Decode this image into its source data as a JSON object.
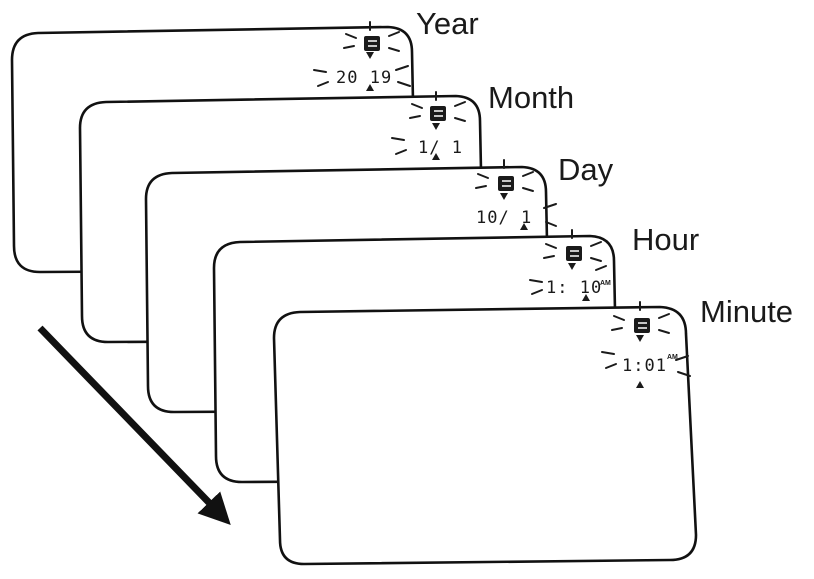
{
  "steps": [
    {
      "label": "Year",
      "display": "20 19"
    },
    {
      "label": "Month",
      "display": "1/ 1"
    },
    {
      "label": "Day",
      "display": "10/ 1"
    },
    {
      "label": "Hour",
      "display": "1: 10",
      "suffix": "AM"
    },
    {
      "label": "Minute",
      "display": "1:01",
      "suffix": "AM"
    }
  ],
  "icons": {
    "mode": "setting-mode-icon",
    "blink": "blink-rays-icon",
    "arrow": "direction-arrow-icon"
  },
  "colors": {
    "ink": "#111111",
    "background": "#ffffff"
  }
}
